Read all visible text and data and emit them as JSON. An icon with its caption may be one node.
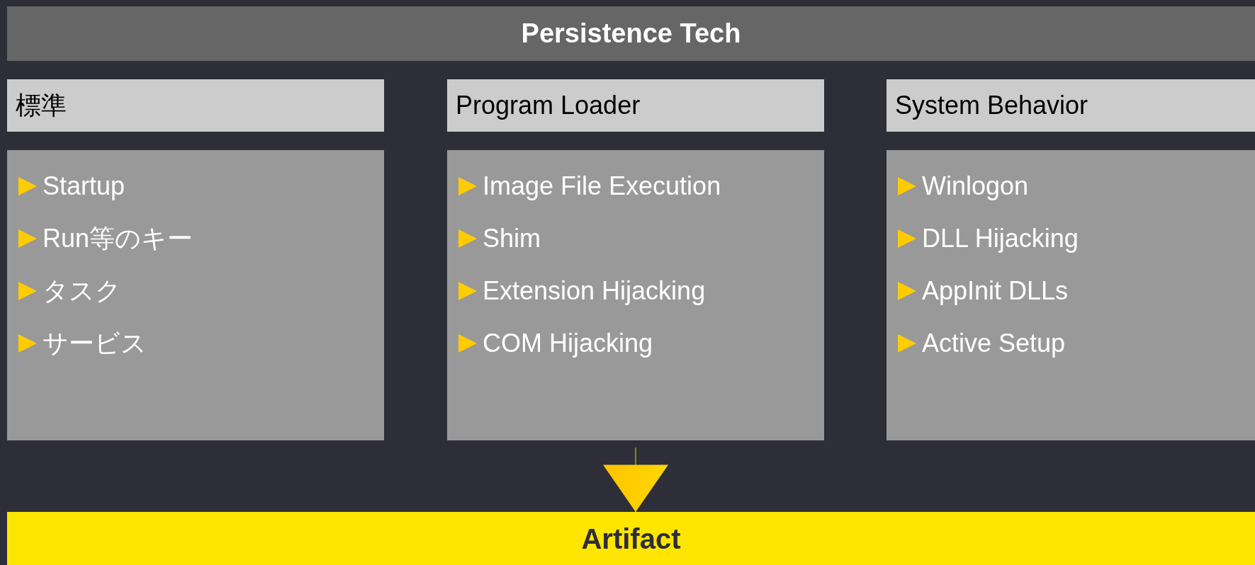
{
  "diagram": {
    "nodes": [
      {
        "text": [
          "Persistence Tech"
        ]
      },
      {
        "text": [
          "標準"
        ]
      },
      {
        "text": [
          "Program Loader"
        ]
      },
      {
        "text": [
          "System Behavior"
        ]
      },
      {
        "text": [
          "Startup",
          "Run等のキー",
          "タスク",
          "サービス"
        ]
      },
      {
        "text": [
          "Image File Execution",
          "Shim",
          "Extension Hijacking",
          "COM Hijacking"
        ]
      },
      {
        "text": [
          "Winlogon",
          "DLL Hijacking",
          "AppInit DLLs",
          "Active Setup"
        ]
      },
      {
        "text": [
          "Artifact"
        ]
      }
    ],
    "edges": [
      {
        "from": 5,
        "to": 7,
        "arrow": "to"
      }
    ]
  }
}
